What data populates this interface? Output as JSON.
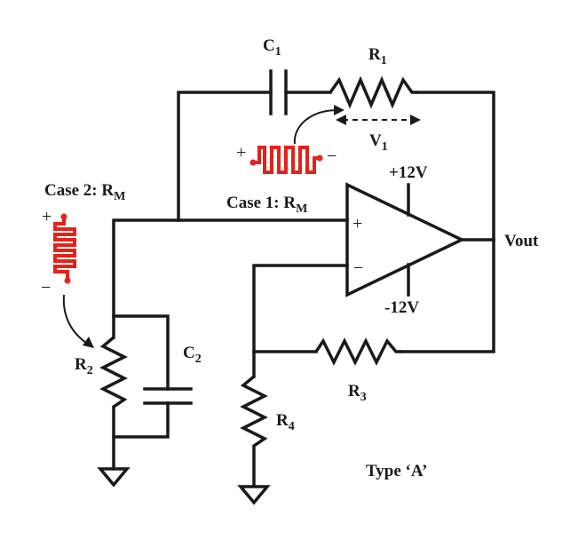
{
  "components": {
    "c1": {
      "main": "C",
      "sub": "1"
    },
    "r1": {
      "main": "R",
      "sub": "1"
    },
    "v1": {
      "main": "V",
      "sub": "1"
    },
    "r2": {
      "main": "R",
      "sub": "2"
    },
    "c2": {
      "main": "C",
      "sub": "2"
    },
    "r3": {
      "main": "R",
      "sub": "3"
    },
    "r4": {
      "main": "R",
      "sub": "4"
    }
  },
  "supply": {
    "positive": "+12V",
    "negative": "-12V"
  },
  "output_label": "Vout",
  "opamp": {
    "plus": "+",
    "minus": "−"
  },
  "case1": {
    "main": "Case 1: R",
    "sub": "M",
    "plus": "+",
    "minus": "−"
  },
  "case2": {
    "main": "Case 2: R",
    "sub": "M",
    "plus": "+",
    "minus": "−"
  },
  "type_label": "Type ‘A’",
  "colors": {
    "wire": "#1a1a1a",
    "sensor": "#e2231a",
    "background": "#ffffff"
  }
}
